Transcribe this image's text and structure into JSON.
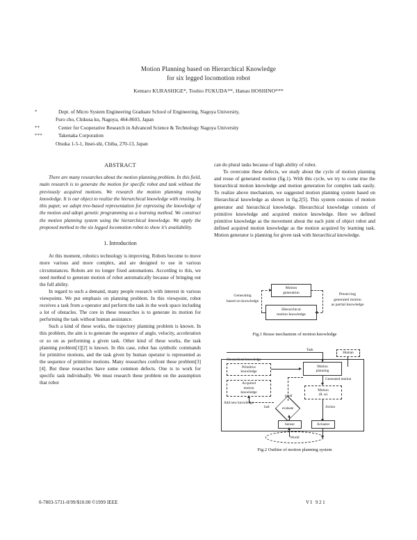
{
  "paper": {
    "title_line1": "Motion Planning based on Hierarchical Knowledge",
    "title_line2": "for six legged locomotion robot",
    "authors": "Kentaro KURASHIGE*, Toshio FUKUDA**, Hanau HOSHINO***",
    "affiliations": [
      {
        "mark": "*",
        "line1": "Dept. of Micro System Engineering Graduate School of Engineering, Nagoya University,",
        "line2": "Furo cho, Chikusa ku, Nagoya, 464-8603, Japan"
      },
      {
        "mark": "**",
        "line1": "Center for Cooperative Research in Advanced Science & Technology Nagoya University",
        "line2": ""
      },
      {
        "mark": "***",
        "line1": "Takenaka Corporation",
        "line2": "Otsuka 1-5-1, Insei-shi, Chiba, 270-13, Japan"
      }
    ],
    "abstract_heading": "ABSTRACT",
    "abstract_text": "There are many researches about the motion planning problem. In this field, main research is to generate the motion for specific robot and task without the previously acquired motions. We research the motion planning reusing knowledge. It is our object to realize the hierarchical knowledge with reusing. In this paper, we adopt tree-based representation for expressing the knowledge of the motion and adopt genetic programming as a learning method. We construct the motion planning system using the hierarchical knowledge. We apply the proposed method to the six legged locomotion robot to show it's availability.",
    "intro_heading": "1. Introduction",
    "intro_paragraphs": [
      "At this moment, robotics technology is improving. Robots become to move more various and more complex, and are designed to use in various circumstances. Robots are no longer fixed automations. According to this, we need method to generate motion of robot automatically because of bringing out the full ability.",
      "In regard to such a demand, many people research with interest in various viewpoints. We put emphasis on planning problem. In this viewpoint, robot receives a task from a operator and perform the task in the work space including a lot of obstacles. The core in these researches is to generate its motion for performing the task without human assistance.",
      "Such a kind of these works, the trajectory planning problem is known. In this problem, the aim is to generate the sequence of angle, velocity, acceleration or so on as performing a given task. Other kind of these works, the task planning problem[1][2] is known. In this case, robot has symbolic commands for primitive motions, and the task given by human operator is represented as the sequence of primitive motions. Many researches confront these problem[3][4]. But these researches have some common defects. One is to work for specific task individually. We must research these problem on the assumption that robot"
    ],
    "right_paragraphs": [
      "can do plural tasks because of high ability of robot.",
      "To overcome these defects, we study about the cycle of motion planning and reuse of generated motion (fig.1). With this cycle, we try to come true the hierarchical motion knowledge and motion generation for complex task easily. To realize above mechanism, we suggested motion planning system based on Hierarchical knowledge as shown in fig.2[5]. This system consists of motion generator and hierarchical knowledge. Hierarchical knowledge consists of primitive knowledge and acquired motion knowledge. Here we defined primitive knowledge as the movement about the each joint of object robot and defined acquired motion knowledge as the motion acquired by learning task. Motion generator is planning for given task with hierarchical knowledge."
    ]
  },
  "figure1": {
    "caption": "Fig.1 Reuse mechanism of motion knowledge",
    "box_generation_line1": "Motion",
    "box_generation_line2": "generation",
    "box_knowledge_line1": "Hierarchical",
    "box_knowledge_line2": "motion knowledge",
    "label_left_line1": "Generating",
    "label_left_line2": "based on knowledge",
    "label_right_line1": "Preserving",
    "label_right_line2": "generated motion",
    "label_right_line3": "as partial knowledge"
  },
  "figure2": {
    "caption": "Fig.2 Outline of motion planning system",
    "label_task": "Task",
    "box_human": "Human",
    "box_hierarchical_title": "Hierarchical knowledge",
    "box_primitive_line1": "Primitive",
    "box_primitive_line2": "knowledge",
    "box_acquired_line1": "Acquired",
    "box_acquired_line2": "motion",
    "box_acquired_line3": "knowledge",
    "label_add_knowledge": "Add new knowledge",
    "box_motion_planning_line1": "Motion",
    "box_motion_planning_line2": "planning",
    "label_generated_motion": "Generated motion",
    "box_motion_eval_line1": "Motion",
    "box_motion_eval_line2": "(θ, ω)",
    "label_action": "Action",
    "diamond_label": "evaluate",
    "diamond_yes": "good",
    "diamond_no": "bad",
    "box_sensor": "Sensor",
    "box_actuator": "Actuator",
    "label_world": "World"
  },
  "footer": {
    "copyright": "0-7803-5731-0/99/$10.00 ©1999 IEEE",
    "page": "VI    921"
  }
}
